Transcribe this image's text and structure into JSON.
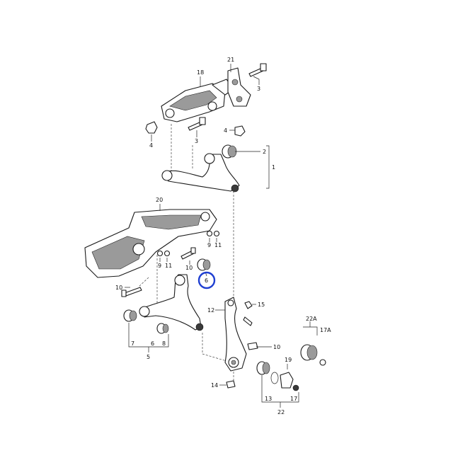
{
  "callouts": {
    "c1": "1",
    "c2": "2",
    "c3a": "3",
    "c3b": "3",
    "c4a": "4",
    "c4b": "4",
    "c5": "5",
    "c6": "6",
    "c7": "7",
    "c8": "8",
    "c9a": "9",
    "c9b": "9",
    "c10a": "10",
    "c10b": "10",
    "c11a": "11",
    "c11b": "11",
    "c12": "12",
    "c13": "13",
    "c14": "14",
    "c15": "15",
    "c17": "17",
    "c17a": "17A",
    "c18": "18",
    "c19": "19",
    "c20": "20",
    "c21": "21",
    "c22": "22",
    "c22a": "22A"
  },
  "highlight_color": "#1f3fd1"
}
